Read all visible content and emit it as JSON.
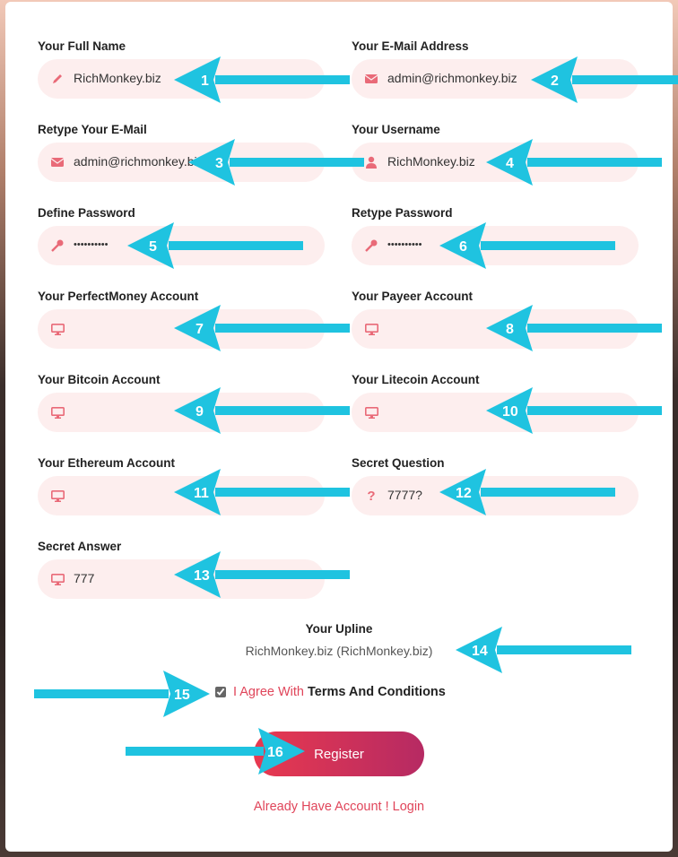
{
  "form": {
    "fields": [
      {
        "label": "Your Full Name",
        "value": "RichMonkey.biz",
        "icon": "pencil-icon",
        "num": "1"
      },
      {
        "label": "Your E-Mail Address",
        "value": "admin@richmonkey.biz",
        "icon": "envelope-icon",
        "num": "2"
      },
      {
        "label": "Retype Your E-Mail",
        "value": "admin@richmonkey.biz",
        "icon": "envelope-icon",
        "num": "3"
      },
      {
        "label": "Your Username",
        "value": "RichMonkey.biz",
        "icon": "user-icon",
        "num": "4"
      },
      {
        "label": "Define Password",
        "value": "••••••••••",
        "icon": "key-icon",
        "num": "5"
      },
      {
        "label": "Retype Password",
        "value": "••••••••••",
        "icon": "key-icon",
        "num": "6"
      },
      {
        "label": "Your PerfectMoney Account",
        "value": "",
        "icon": "monitor-icon",
        "num": "7"
      },
      {
        "label": "Your Payeer Account",
        "value": "",
        "icon": "monitor-icon",
        "num": "8"
      },
      {
        "label": "Your Bitcoin Account",
        "value": "",
        "icon": "monitor-icon",
        "num": "9"
      },
      {
        "label": "Your Litecoin Account",
        "value": "",
        "icon": "monitor-icon",
        "num": "10"
      },
      {
        "label": "Your Ethereum Account",
        "value": "",
        "icon": "monitor-icon",
        "num": "11"
      },
      {
        "label": "Secret Question",
        "value": "7777?",
        "icon": "question-icon",
        "num": "12"
      },
      {
        "label": "Secret Answer",
        "value": "777",
        "icon": "monitor-icon",
        "num": "13"
      }
    ],
    "upline": {
      "label": "Your Upline",
      "value": "RichMonkey.biz (RichMonkey.biz)",
      "num": "14"
    },
    "agree": {
      "prefix": "I Agree With",
      "terms": "Terms And Conditions",
      "checked": true,
      "num": "15"
    },
    "register": {
      "label": "Register",
      "num": "16"
    },
    "login_link": "Already Have Account ! Login"
  },
  "colors": {
    "accent": "#e0455a",
    "field_bg": "#fdeeee",
    "arrow": "#1fc3e0",
    "button_from": "#e8394f",
    "button_to": "#b62a63"
  }
}
